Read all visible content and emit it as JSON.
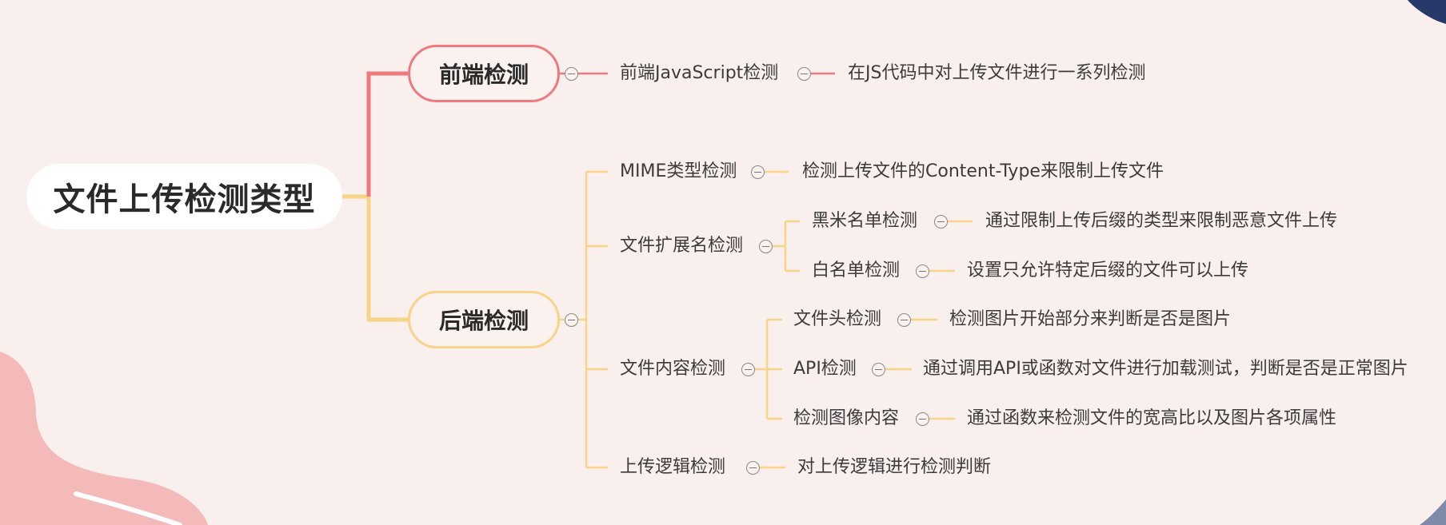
{
  "colors": {
    "background": "#f9efed",
    "front_line": "#ee7a80",
    "back_line": "#f7d487",
    "blob_pink": "#f4b9b9",
    "corner_navy": "#27386b",
    "corner_slate": "#7f8aa8"
  },
  "mindmap": {
    "root": "文件上传检测类型",
    "front": {
      "label": "前端检测",
      "child": "前端JavaScript检测",
      "desc": "在JS代码中对上传文件进行一系列检测"
    },
    "back": {
      "label": "后端检测",
      "mime": {
        "label": "MIME类型检测",
        "desc": "检测上传文件的Content-Type来限制上传文件"
      },
      "ext": {
        "label": "文件扩展名检测",
        "black": {
          "label": "黑米名单检测",
          "desc": "通过限制上传后缀的类型来限制恶意文件上传"
        },
        "white": {
          "label": "白名单检测",
          "desc": "设置只允许特定后缀的文件可以上传"
        }
      },
      "content": {
        "label": "文件内容检测",
        "header": {
          "label": "文件头检测",
          "desc": "检测图片开始部分来判断是否是图片"
        },
        "api": {
          "label": "API检测",
          "desc": "通过调用API或函数对文件进行加载测试，判断是否是正常图片"
        },
        "image": {
          "label": "检测图像内容",
          "desc": "通过函数来检测文件的宽高比以及图片各项属性"
        }
      },
      "logic": {
        "label": "上传逻辑检测",
        "desc": "对上传逻辑进行检测判断"
      }
    }
  }
}
